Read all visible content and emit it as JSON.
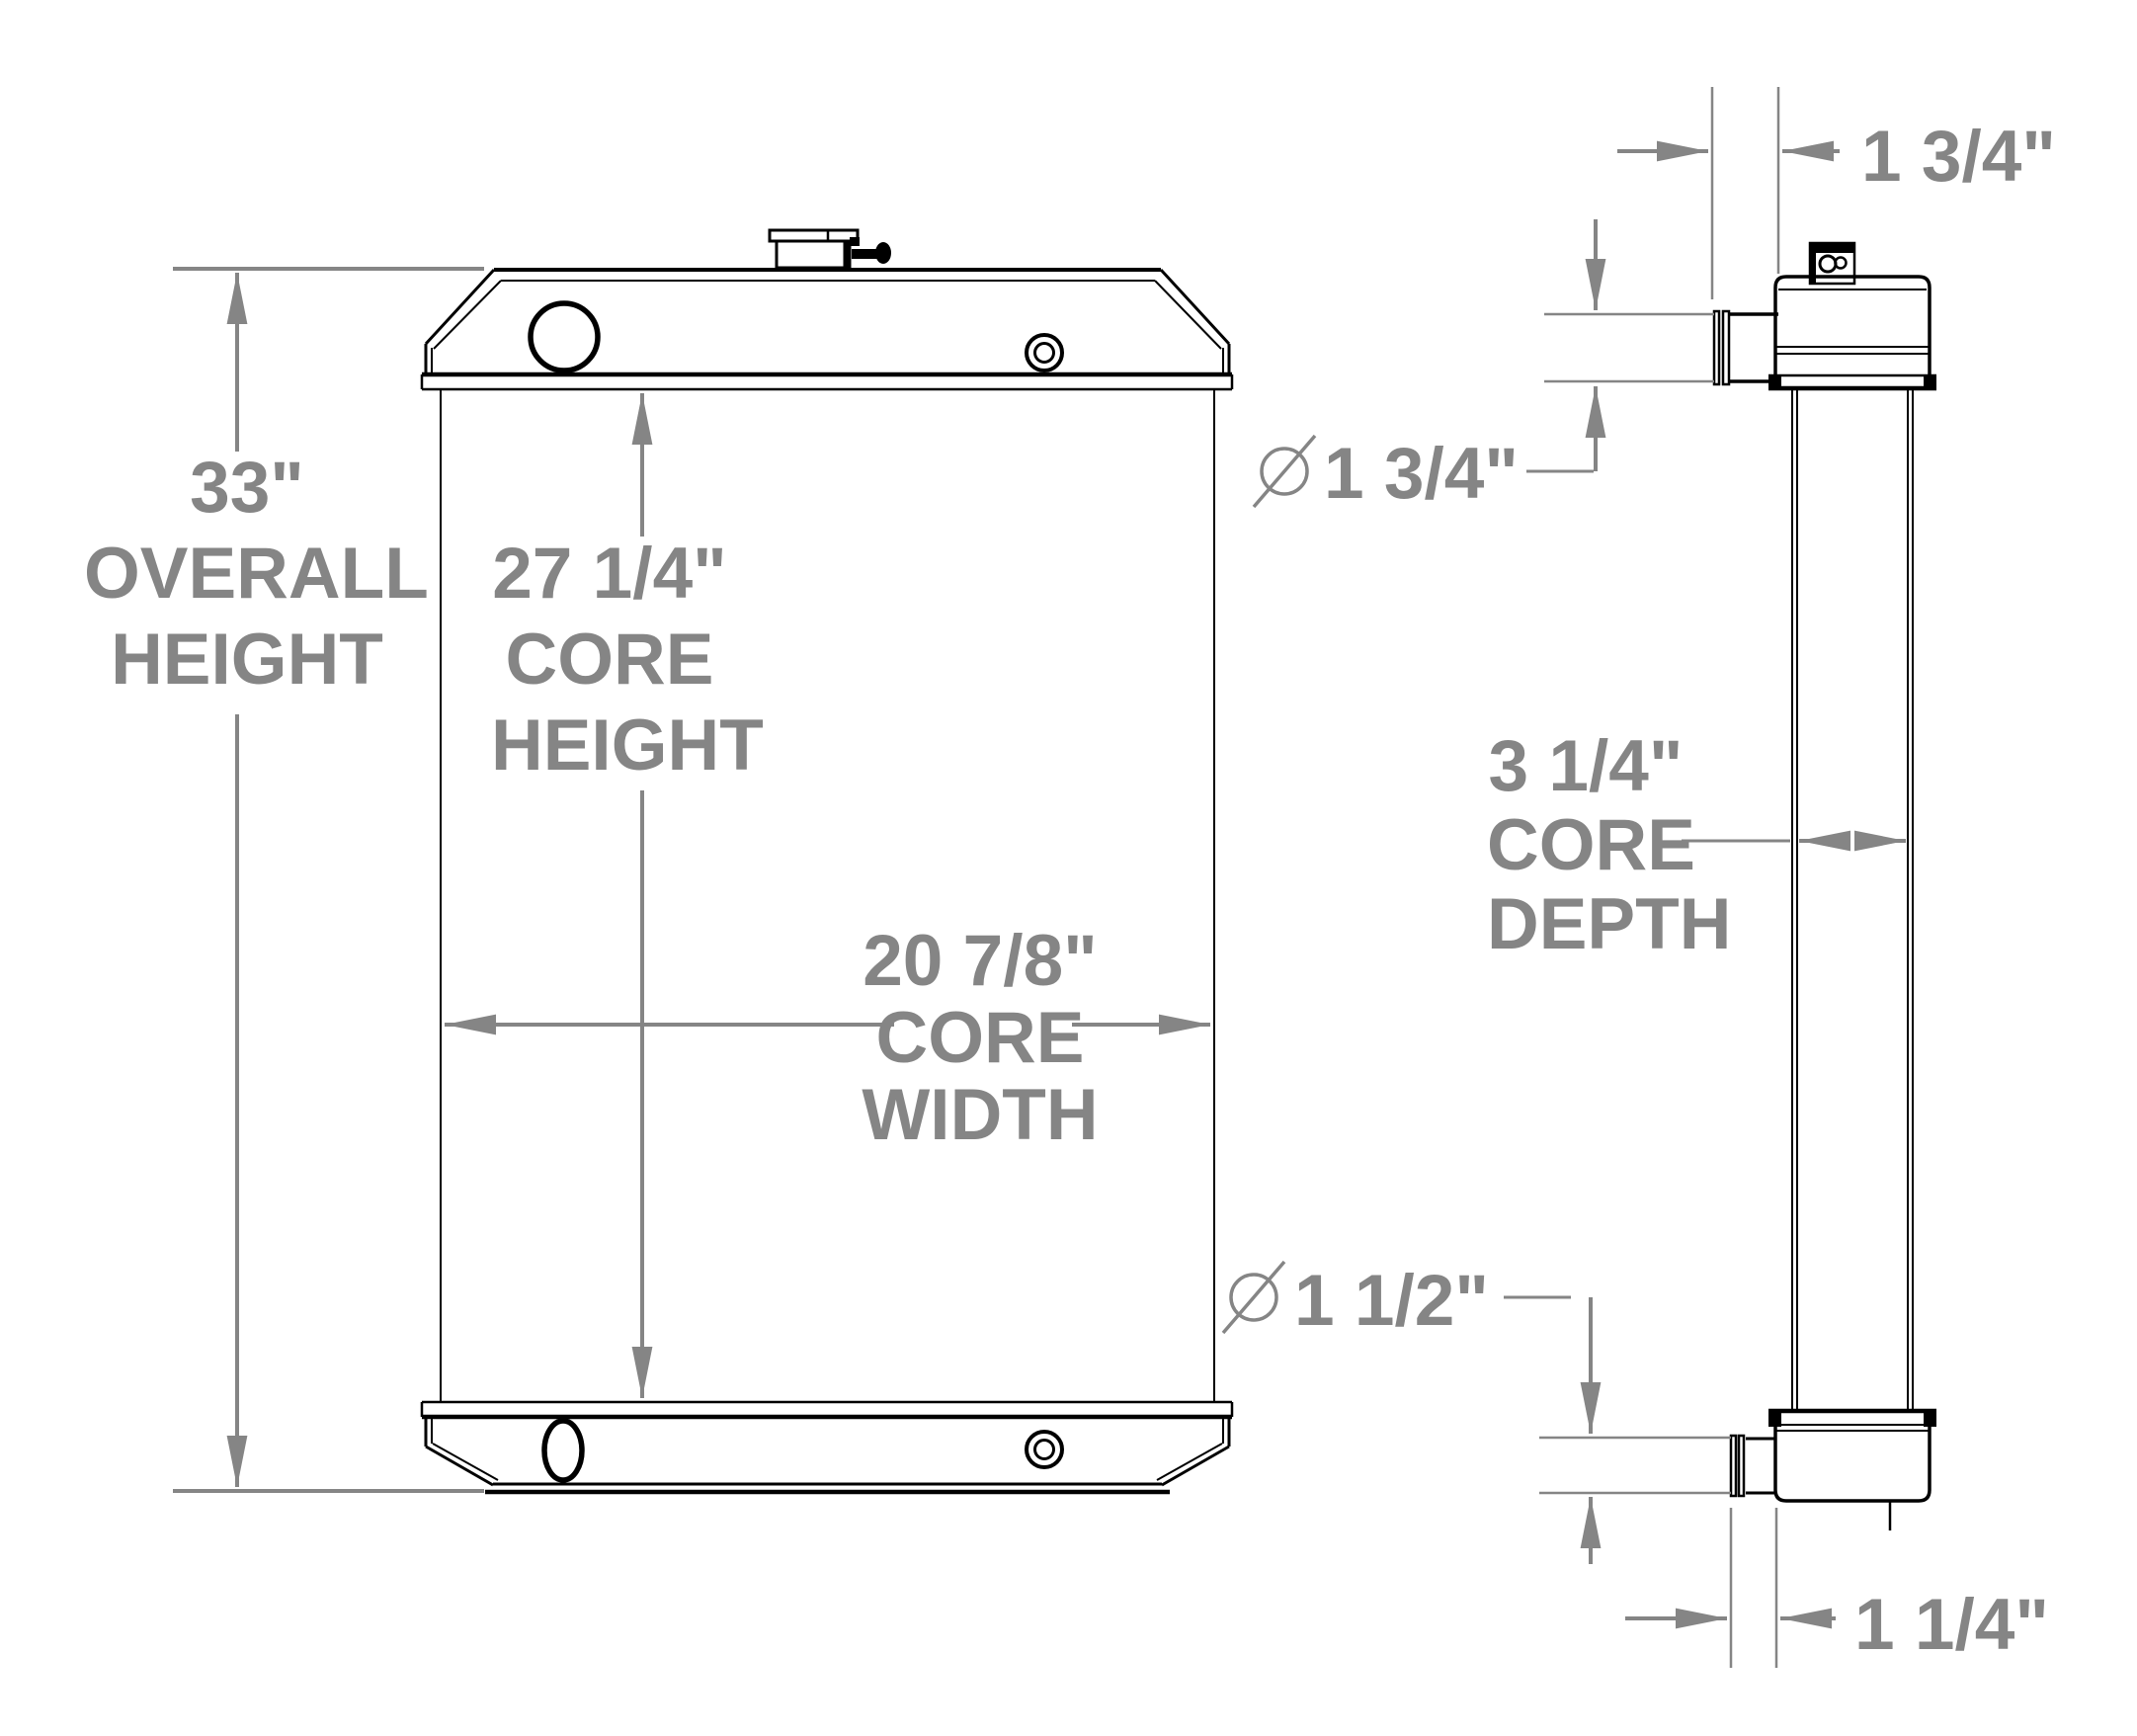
{
  "drawing_title": "radiator-dimension-drawing",
  "colors": {
    "outline": "#000000",
    "dimension": "#858585",
    "background": "#ffffff"
  },
  "front_view": {
    "overall_height": {
      "l1": "33\"",
      "l2": "OVERALL",
      "l3": "HEIGHT"
    },
    "core_height": {
      "l1": "27 1/4\"",
      "l2": "CORE",
      "l3": "HEIGHT"
    },
    "core_width": {
      "l1": "20 7/8\"",
      "l2": "CORE",
      "l3": "WIDTH"
    }
  },
  "side_view": {
    "top_tank_offset": {
      "value": "1 3/4\""
    },
    "inlet_diameter": {
      "symbol_icon": "diameter-icon",
      "value": "1 3/4\""
    },
    "core_depth": {
      "l1": "3 1/4\"",
      "l2": "CORE",
      "l3": "DEPTH"
    },
    "outlet_diameter": {
      "symbol_icon": "diameter-icon",
      "value": "1 1/2\""
    },
    "bottom_tank_offset": {
      "value": "1 1/4\""
    }
  }
}
